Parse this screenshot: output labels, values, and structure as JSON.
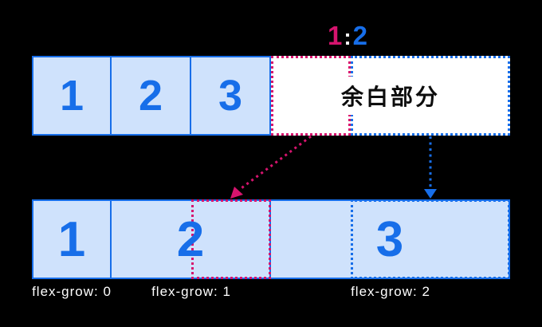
{
  "colors": {
    "background": "#000000",
    "box_fill": "#cfe2fc",
    "blue": "#176ee9",
    "pink": "#d6146e",
    "white": "#ffffff",
    "free_space_text": "#0d0d0d",
    "label_text": "#ffffff"
  },
  "ratio_label": {
    "pink_value": "1",
    "separator": ":",
    "blue_value": "2"
  },
  "top_row": {
    "items": [
      {
        "label": "1"
      },
      {
        "label": "2"
      },
      {
        "label": "3"
      }
    ],
    "free_space": {
      "label": "余白部分",
      "pink_ratio": "1",
      "blue_ratio": "2"
    }
  },
  "bottom_row": {
    "items": [
      {
        "label": "1",
        "flex_grow_label": "flex-grow: 0"
      },
      {
        "label": "2",
        "flex_grow_label": "flex-grow: 1"
      },
      {
        "label": "3",
        "flex_grow_label": "flex-grow: 2"
      }
    ]
  }
}
